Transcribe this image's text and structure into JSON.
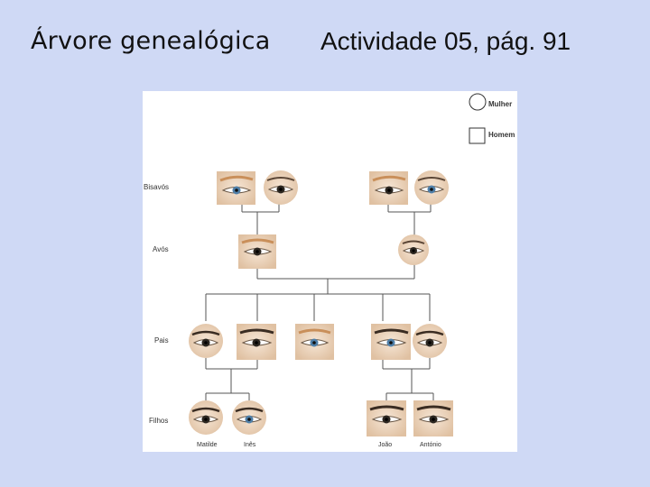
{
  "slide": {
    "title_left": "Árvore genealógica",
    "title_right": "Actividade 05, pág. 91"
  },
  "legend": {
    "female": "Mulher",
    "male": "Homem"
  },
  "generations": {
    "great_grandparents": "Bisavós",
    "grandparents": "Avós",
    "parents": "Pais",
    "children": "Filhos"
  },
  "children_names": [
    "Matilde",
    "Inês",
    "João",
    "António"
  ],
  "colors": {
    "background": "#cfd9f5",
    "brown_eye": "#2b2620",
    "blue_eye": "#4f7fa8",
    "skin": "#e8c9a8",
    "line": "#555555"
  }
}
